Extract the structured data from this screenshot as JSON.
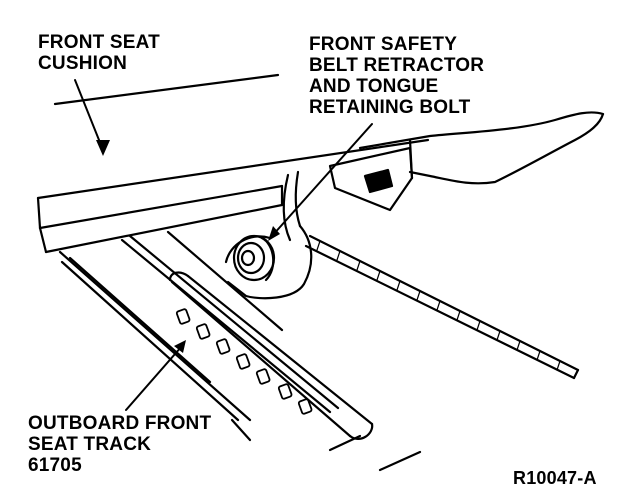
{
  "labels": {
    "cushion": [
      "FRONT SEAT",
      "CUSHION"
    ],
    "retractor": [
      "FRONT SAFETY",
      "BELT RETRACTOR",
      "AND TONGUE",
      "RETAINING BOLT"
    ],
    "track": [
      "OUTBOARD FRONT",
      "SEAT TRACK",
      "61705"
    ],
    "figure_id": "R10047-A"
  },
  "colors": {
    "ink": "#000000",
    "paper": "#ffffff"
  }
}
